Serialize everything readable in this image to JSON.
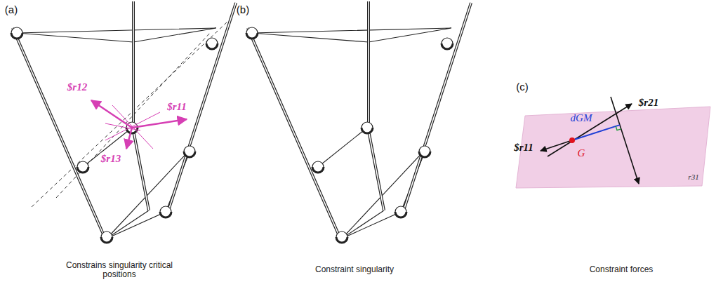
{
  "diagram": {
    "nodes": [
      {
        "text": [
          "dGM",
          "$r21",
          "$r11",
          "G",
          "r31"
        ]
      }
    ],
    "labels": [
      "(a)",
      "(b)",
      "(c)",
      "$r12",
      "$r11",
      "$r13",
      "Constrains singularity critical positions",
      "Constraint singularity",
      "Constraint forces"
    ]
  }
}
